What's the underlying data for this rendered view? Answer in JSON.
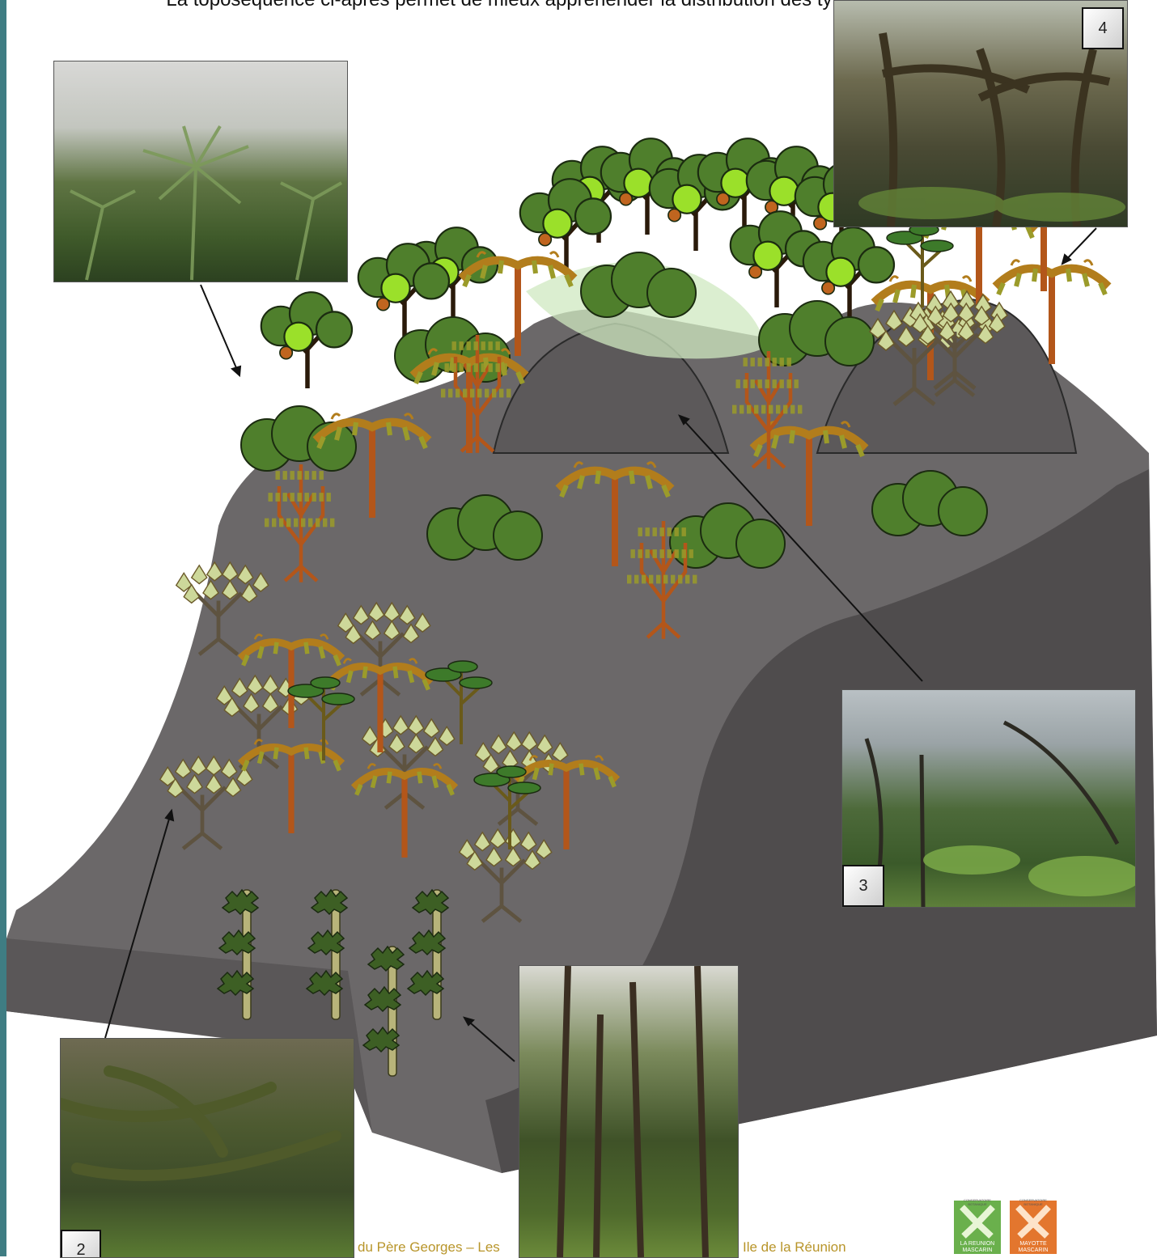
{
  "header": {
    "text": "La toposéquence ci-après permet de mieux appréhender la distribution des types de végétation."
  },
  "photos": [
    {
      "id": "photo-1",
      "badge": "",
      "kind": "pandanus"
    },
    {
      "id": "photo-2",
      "badge": "2",
      "kind": "mossy"
    },
    {
      "id": "photo-3",
      "badge": "3",
      "kind": "cloud"
    },
    {
      "id": "photo-4",
      "badge": "4",
      "kind": "mossy-forest"
    },
    {
      "id": "photo-5",
      "badge": "",
      "kind": "cryptomeria"
    }
  ],
  "footer": {
    "left": "du Père Georges – Les",
    "right": "Ile de la Réunion"
  },
  "logos": [
    {
      "label": "LA REUNION\nMASCARIN",
      "color": "#6ab04c",
      "top_text": "CONSERVATOIRE BOTANIQUE"
    },
    {
      "label": "MAYOTTE\nMASCARIN",
      "color": "#e3762e",
      "top_text": "CONSERVATOIRE BOTANIQUE"
    }
  ],
  "colors": {
    "terrain_top": "#6b6869",
    "terrain_side": "#4f4c4d",
    "terrain_dark": "#3e3b3c",
    "tree_dark": "#4f7f2c",
    "tree_light": "#9be02a",
    "fern_trunk": "#b3561a",
    "fern_frond": "#b27d1c",
    "fern_green": "#9b9b2a",
    "pine": "#3d5f24",
    "pine_trunk": "#b8b47a",
    "sidebar": "#3f7d83"
  }
}
